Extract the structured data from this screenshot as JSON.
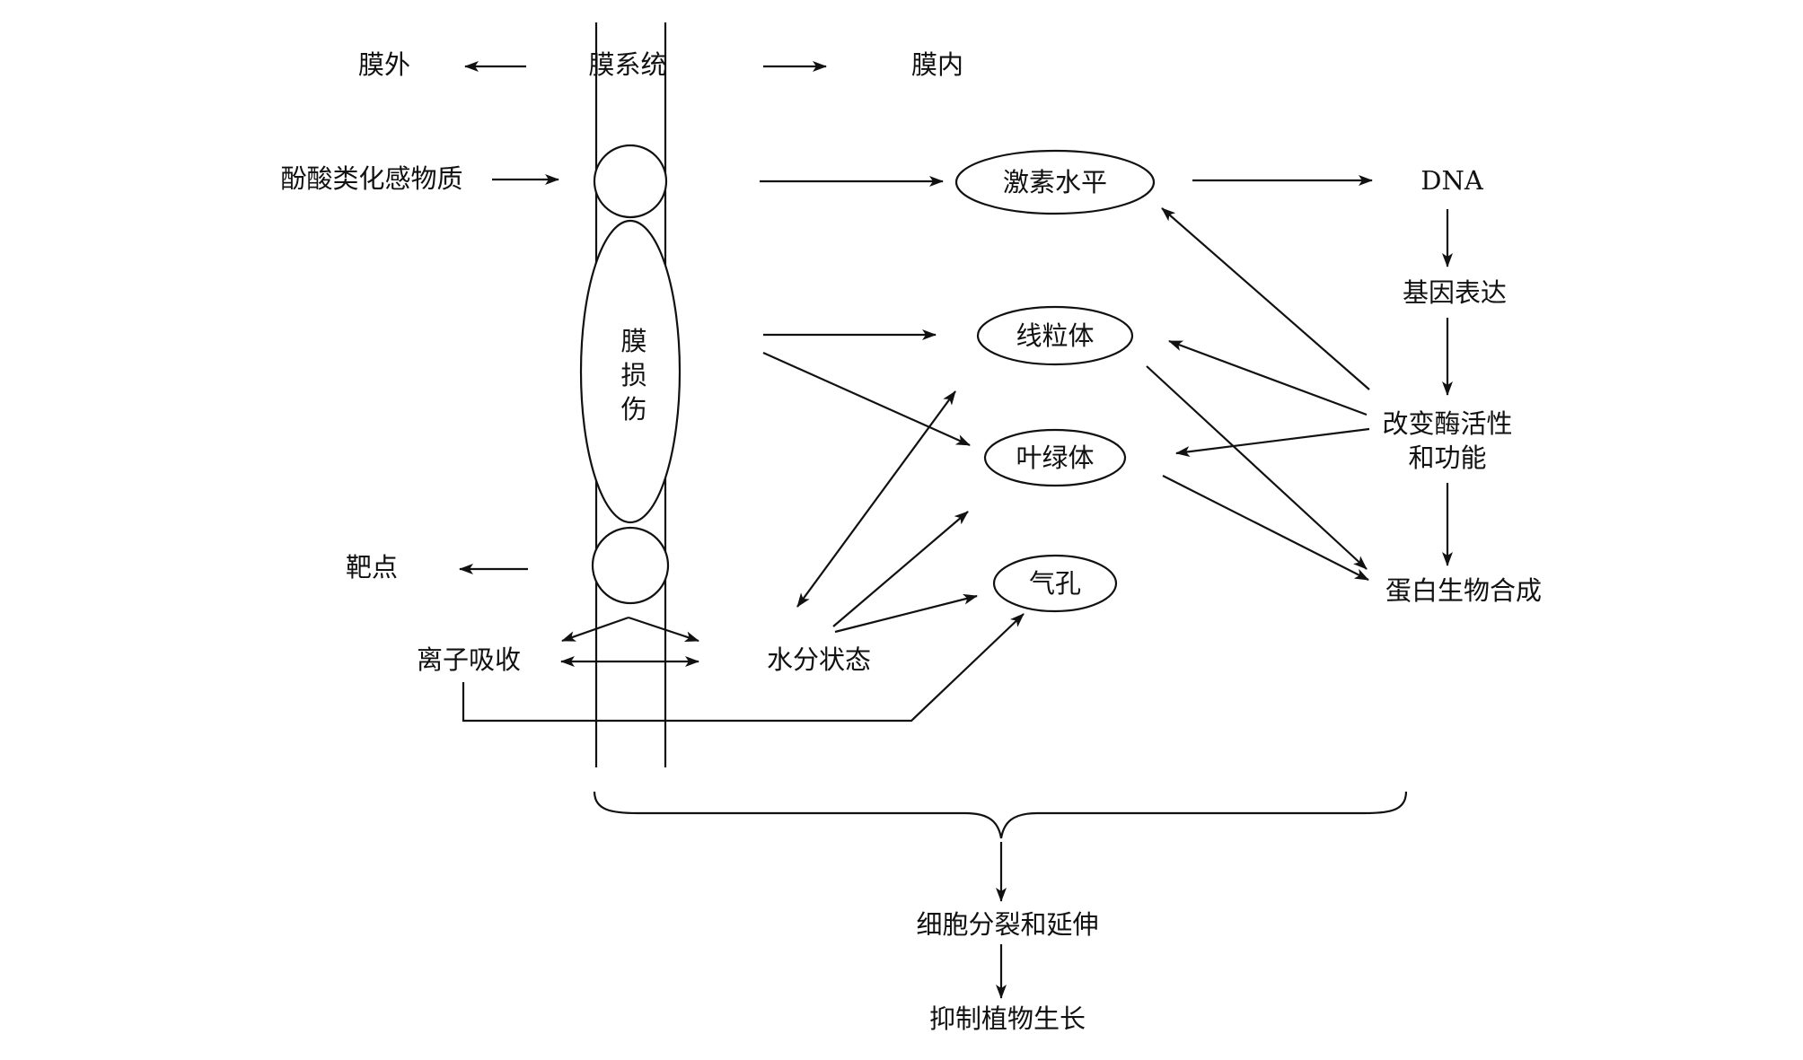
{
  "diagram": {
    "header": {
      "outside": "膜外",
      "membrane_system": "膜系统",
      "inside": "膜内"
    },
    "source": "酚酸类化感物质",
    "membrane_damage": [
      "膜",
      "损",
      "伤"
    ],
    "target": "靶点",
    "ion_absorption": "离子吸收",
    "water_status": "水分状态",
    "organelles": {
      "hormone_level": "激素水平",
      "mitochondria": "线粒体",
      "chloroplast": "叶绿体",
      "stomata": "气孔"
    },
    "dna": "DNA",
    "gene_expression": "基因表达",
    "enzyme_change": [
      "改变酶活性",
      "和功能"
    ],
    "protein_synthesis": "蛋白生物合成",
    "cell_division": "细胞分裂和延伸",
    "inhibit_growth": "抑制植物生长"
  }
}
